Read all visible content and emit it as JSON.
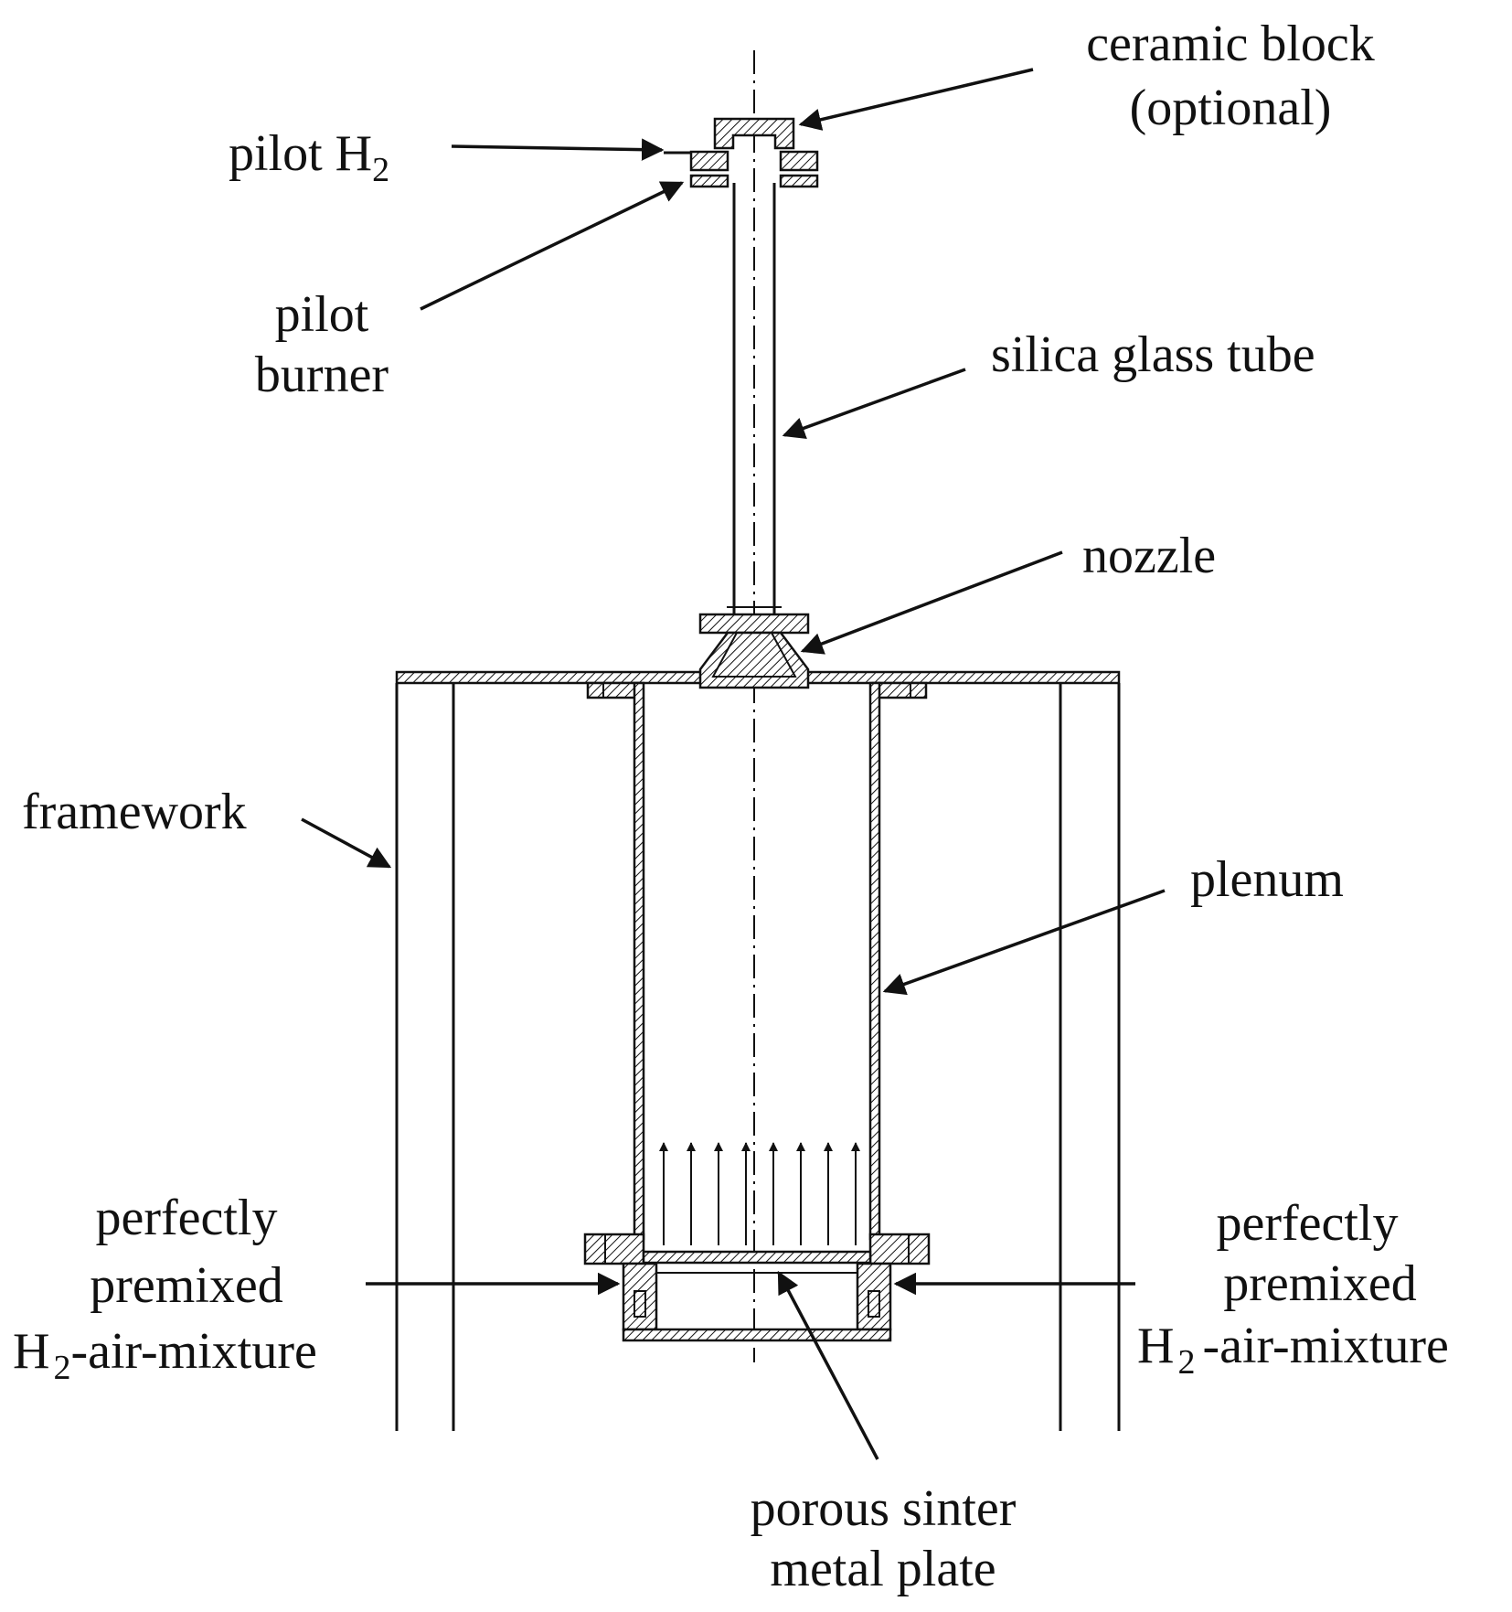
{
  "labels": {
    "ceramic_block_line1": "ceramic block",
    "ceramic_block_line2": "(optional)",
    "pilot_h2_text": "pilot H",
    "pilot_h2_sub": "2",
    "pilot_burner_line1": "pilot",
    "pilot_burner_line2": "burner",
    "silica_glass_tube": "silica glass tube",
    "nozzle": "nozzle",
    "framework": "framework",
    "plenum": "plenum",
    "left_mixture_line1": "perfectly",
    "left_mixture_line2": "premixed",
    "left_mixture_h": "H",
    "left_mixture_sub": "2",
    "left_mixture_rest": "-air-mixture",
    "right_mixture_line1": "perfectly",
    "right_mixture_line2": "premixed",
    "right_mixture_h": "H",
    "right_mixture_sub": "2",
    "right_mixture_rest": "-air-mixture",
    "porous_line1": "porous sinter",
    "porous_line2": "metal plate"
  },
  "colors": {
    "ink": "#111111",
    "background": "#ffffff"
  }
}
